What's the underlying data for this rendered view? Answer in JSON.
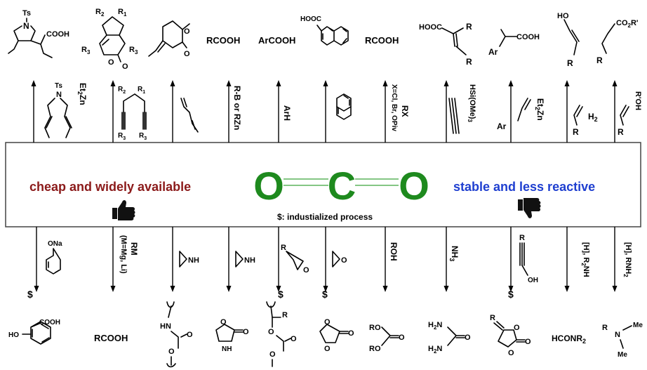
{
  "center": {
    "atom_o_left": "O",
    "atom_c": "C",
    "atom_o_right": "O",
    "colors": {
      "atoms": "#1e8a1e",
      "bond": "#3aa43a",
      "left_text": "#8b1a1a",
      "right_text": "#1f3fd0"
    }
  },
  "left_caption": "cheap and widely available",
  "right_caption": "stable and less reactive",
  "footnote": "$: industialized process",
  "dollar": "$",
  "top_products": {
    "p1": {
      "ts": "Ts",
      "n": "N",
      "cooh": "COOH"
    },
    "p2": {
      "r2": "R",
      "r2s": "2",
      "r1": "R",
      "r1s": "1",
      "r3l": "R",
      "r3s": "3",
      "r3r": "R",
      "r3rs": "3",
      "o1": "O",
      "o2": "O"
    },
    "p3": {
      "o1": "O",
      "o2": "O"
    },
    "p4": "RCOOH",
    "p5": "ArCOOH",
    "p6": {
      "hooc": "HOOC"
    },
    "p7": "RCOOH",
    "p8": {
      "hooc": "HOOC",
      "r1": "R",
      "r2": "R"
    },
    "p9": {
      "ar": "Ar",
      "cooh": "COOH"
    },
    "p10": {
      "ho": "HO",
      "r": "R"
    },
    "p11": {
      "co2r": "CO",
      "co2sub": "2",
      "co2sup": "R'",
      "r": "R"
    }
  },
  "top_reagents": {
    "r1": {
      "ts": "Ts",
      "n": "N",
      "label": "Et",
      "sub": "2",
      "tail": "Zn"
    },
    "r2": {
      "r2": "R",
      "r2s": "2",
      "r1": "R",
      "r1s": "1",
      "r3l": "R",
      "r3ls": "3",
      "r3r": "R",
      "r3rs": "3"
    },
    "r4": "R-B or RZn",
    "r5": "ArH",
    "r7": {
      "line1": "RX",
      "line2": "X=Cl, Br, OPiv"
    },
    "r8": {
      "label": "HSi(OMe)",
      "sub": "3"
    },
    "r9": {
      "ar": "Ar",
      "label": "Et",
      "sub": "2",
      "tail": "Zn"
    },
    "r10": {
      "r": "R",
      "h2": "H",
      "sub": "2"
    },
    "r11": {
      "r": "R",
      "label": "R'OH"
    }
  },
  "bottom_reagents": {
    "b1": {
      "ona": "ONa"
    },
    "b2": {
      "line1": "RM",
      "line2": "(M=Mg, Li)"
    },
    "b3": {
      "nh": "NH"
    },
    "b4": {
      "nh": "NH"
    },
    "b5": {
      "r": "R",
      "o": "O"
    },
    "b6": {
      "o": "O"
    },
    "b7": "ROH",
    "b8": {
      "label": "NH",
      "sub": "3"
    },
    "b9": {
      "r": "R",
      "oh": "OH"
    },
    "b10": {
      "h": "[H], R",
      "sub": "2",
      "tail": "NH"
    },
    "b11": {
      "h": "[H], RNH",
      "sub": "2"
    }
  },
  "bottom_products": {
    "q1": {
      "ho": "HO",
      "cooh": "COOH"
    },
    "q2": "RCOOH",
    "q3": {
      "hn": "HN",
      "o1": "O",
      "o2": "O"
    },
    "q4": {
      "o1": "O",
      "o2": "O",
      "hn": "N",
      "h": "H"
    },
    "q5": {
      "r": "R",
      "o1": "O",
      "o2": "O",
      "o3": "O"
    },
    "q6": {
      "o1": "O",
      "o2": "O",
      "o3": "O"
    },
    "q7": {
      "ro1": "RO",
      "ro2": "RO",
      "o": "O"
    },
    "q8": {
      "h2n1": "H",
      "s1": "2",
      "n1": "N",
      "h2n2": "H",
      "s2": "2",
      "n2": "N",
      "o": "O"
    },
    "q9": {
      "r": "R",
      "o1": "O",
      "o2": "O",
      "o3": "O"
    },
    "q10": {
      "label": "HCONR",
      "sub": "2"
    },
    "q11": {
      "r": "R",
      "n": "N",
      "me1": "Me",
      "me2": "Me"
    }
  }
}
